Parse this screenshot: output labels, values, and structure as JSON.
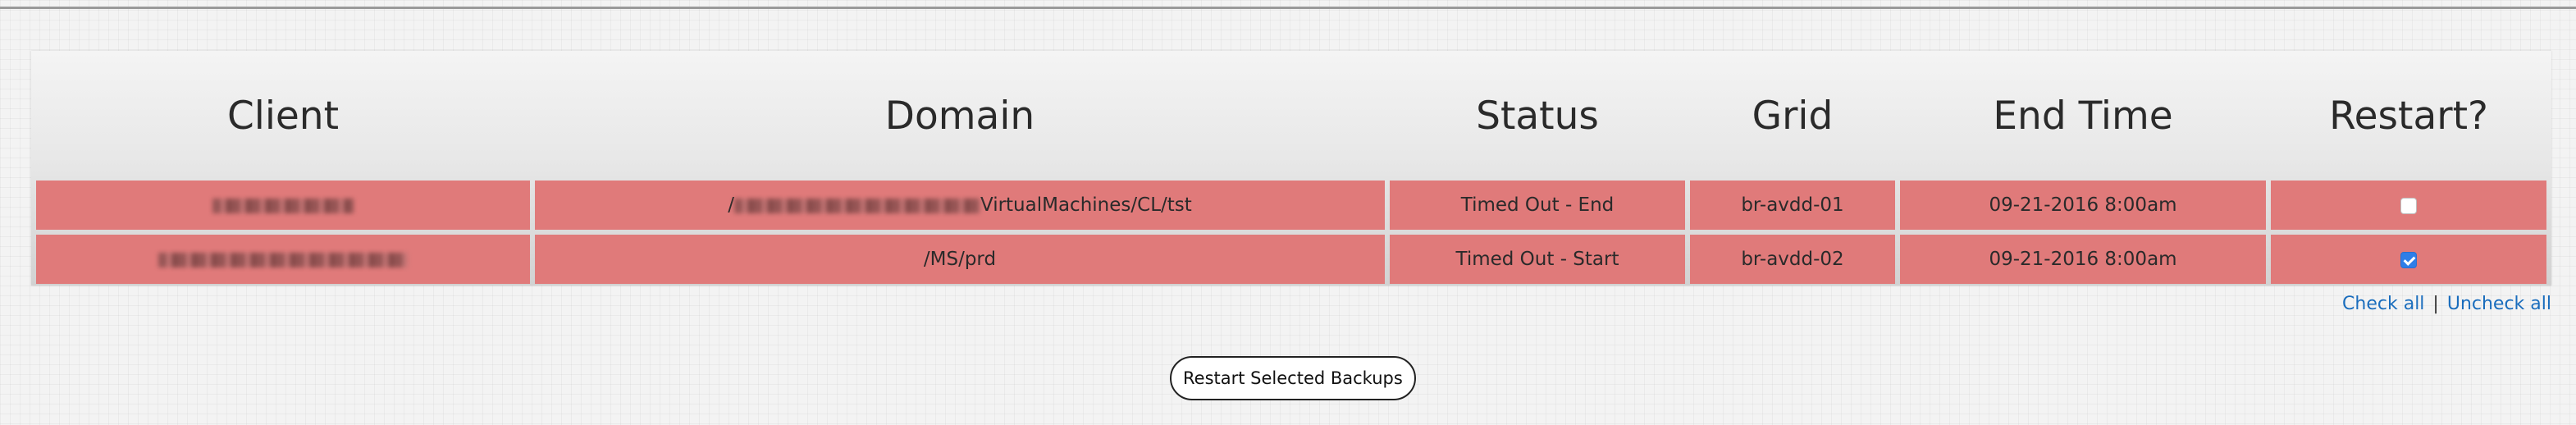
{
  "table": {
    "headers": {
      "client": "Client",
      "domain": "Domain",
      "status": "Status",
      "grid": "Grid",
      "end_time": "End Time",
      "restart": "Restart?"
    },
    "rows": [
      {
        "domain_prefix": "/",
        "domain_suffix": "VirtualMachines/CL/tst",
        "status": "Timed Out - End",
        "grid": "br-avdd-01",
        "end_time": "09-21-2016 8:00am",
        "restart_checked": false
      },
      {
        "domain_prefix": "",
        "domain_suffix": "/MS/prd",
        "status": "Timed Out - Start",
        "grid": "br-avdd-02",
        "end_time": "09-21-2016 8:00am",
        "restart_checked": true
      }
    ],
    "row_color": "#e07a7a"
  },
  "selection": {
    "check_all": "Check all",
    "separator": "|",
    "uncheck_all": "Uncheck all"
  },
  "actions": {
    "restart_label": "Restart Selected Backups"
  }
}
